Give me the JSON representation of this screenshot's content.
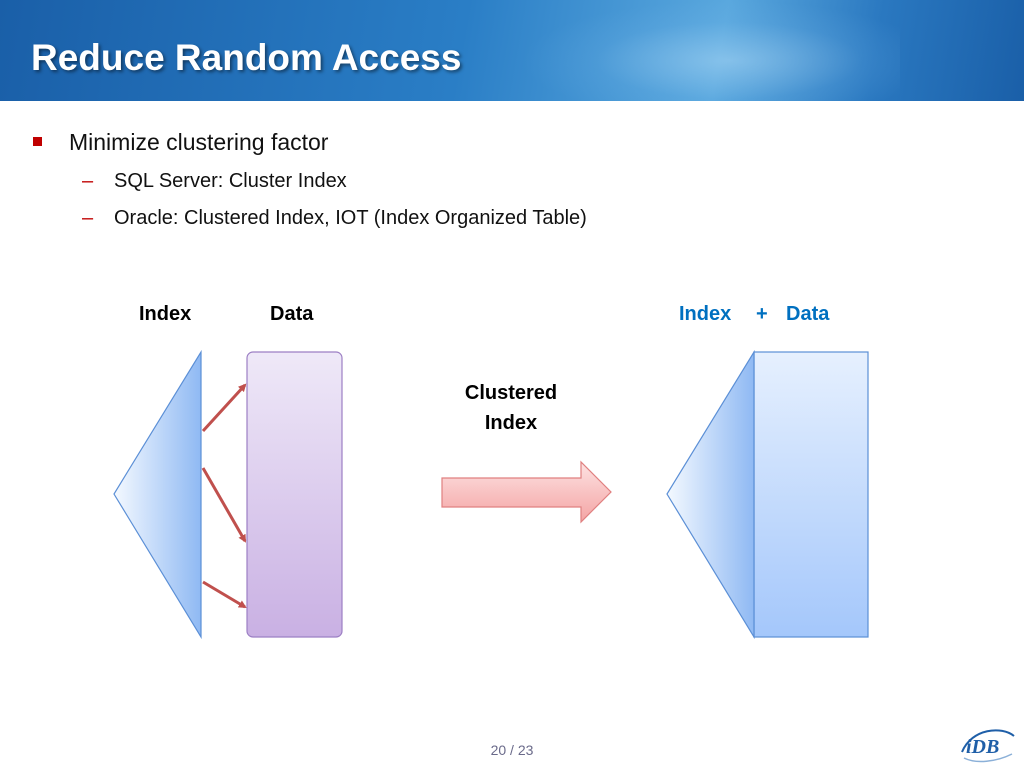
{
  "slide": {
    "title": "Reduce Random Access",
    "bullets": {
      "main": "Minimize clustering factor",
      "sub": [
        "SQL Server: Cluster Index",
        "Oracle: Clustered Index, IOT (Index Organized Table)"
      ],
      "sub_marker": "–"
    }
  },
  "diagram": {
    "left_labels": {
      "index": "Index",
      "data": "Data"
    },
    "arrow_label_line1": "Clustered",
    "arrow_label_line2": "Index",
    "right_labels": {
      "index": "Index",
      "plus": "+",
      "data": "Data"
    }
  },
  "footer": {
    "page": "20 / 23"
  },
  "logo": {
    "text": "iDB"
  },
  "colors": {
    "header_blue": "#1a5fa8",
    "bullet_red": "#c00000",
    "label_blue": "#0070c0",
    "arrow_red": "#c0504d",
    "index_blue": "#9ec5f8",
    "data_purple": "#cdb6e6"
  }
}
